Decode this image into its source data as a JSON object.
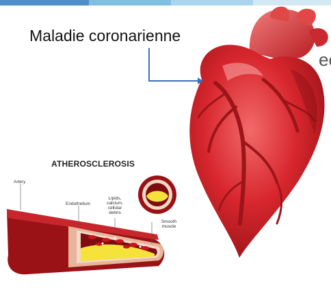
{
  "slide": {
    "clipped_text": "ee",
    "pointer_label": "Maladie coronarienne"
  },
  "athero": {
    "title": "ATHEROSCLEROSIS",
    "labels": {
      "artery": "Artery",
      "endothelium": "Endothelium",
      "lipids": "Lipids, calcium, cellular debris",
      "smooth_muscle": "Smooth muscle"
    }
  },
  "colors": {
    "topbar": [
      "#5b9bd5",
      "#8ec9e8",
      "#b8dcef",
      "#d6e9f3"
    ],
    "heart": "#d7262d",
    "arrow": "#3a6fc0",
    "plaque": "#f5e23a"
  }
}
